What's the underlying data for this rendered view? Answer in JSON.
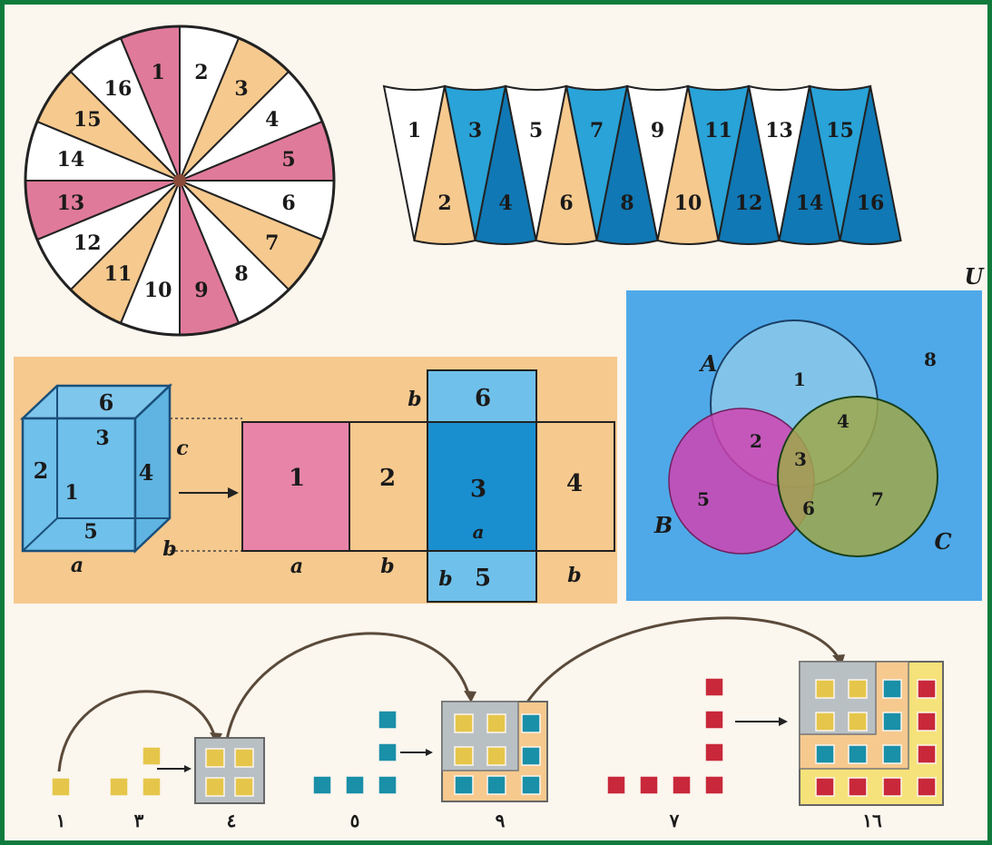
{
  "wheel": {
    "sectors": [
      "1",
      "2",
      "3",
      "4",
      "5",
      "6",
      "7",
      "8",
      "9",
      "10",
      "11",
      "12",
      "13",
      "14",
      "15",
      "16"
    ],
    "colors": {
      "pink": "#e07a9a",
      "white": "#ffffff",
      "peach": "#f6c98e",
      "blue": "#29a3d8",
      "dark_blue": "#1078b4"
    }
  },
  "strip": {
    "top_labels": [
      "1",
      "3",
      "5",
      "7",
      "9",
      "11",
      "13",
      "15"
    ],
    "bottom_labels": [
      "2",
      "4",
      "6",
      "8",
      "10",
      "12",
      "14",
      "16"
    ]
  },
  "cube": {
    "faces": [
      "6",
      "3",
      "2",
      "1",
      "4",
      "5"
    ],
    "dim_labels": {
      "a": "a",
      "b": "b",
      "c": "c"
    }
  },
  "net": {
    "faces": [
      "1",
      "2",
      "3",
      "4",
      "6",
      "5"
    ],
    "dim_labels": [
      "a",
      "b",
      "b",
      "b",
      "b",
      "a"
    ]
  },
  "venn": {
    "universe": "U",
    "sets": [
      "A",
      "B",
      "C"
    ],
    "regions": [
      "1",
      "2",
      "3",
      "4",
      "5",
      "6",
      "7",
      "8"
    ]
  },
  "squares": {
    "labels": [
      "١",
      "٣",
      "٤",
      "٥",
      "٩",
      "٧",
      "١٦"
    ]
  }
}
